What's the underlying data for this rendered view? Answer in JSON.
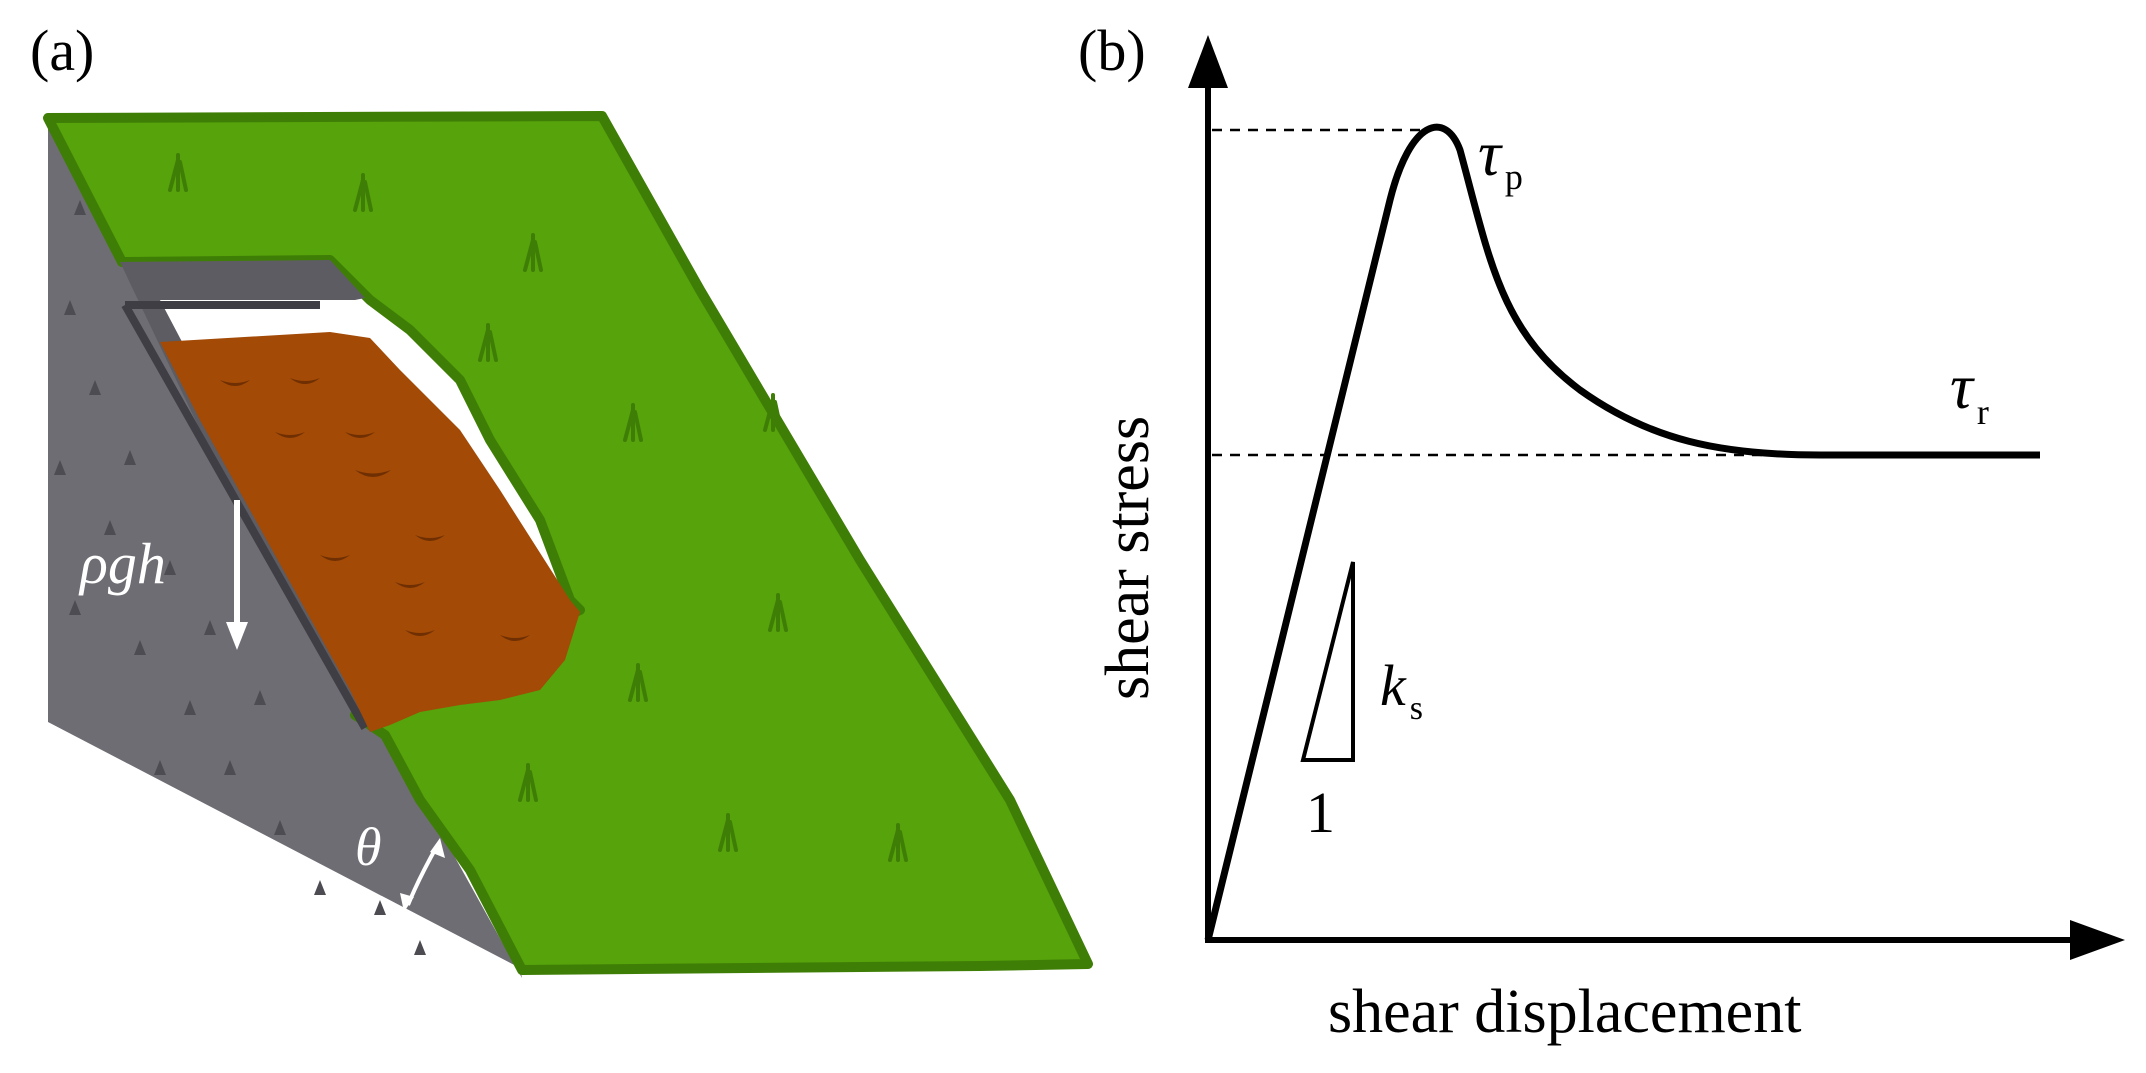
{
  "panels": {
    "a": {
      "label": "(a)",
      "load_symbol": "ρgh",
      "angle_symbol": "θ",
      "colors": {
        "grass": "#56a30b",
        "grass_edge": "#3f7e06",
        "rock": "#6e6d73",
        "rock_dark": "#4d4c52",
        "soil": "#a24a06",
        "soil_mark": "#6f2f02",
        "arrow": "#ffffff"
      }
    },
    "b": {
      "label": "(b)",
      "peak_symbol": "τ",
      "peak_subscript": "p",
      "residual_symbol": "τ",
      "residual_subscript": "r",
      "stiffness_symbol": "k",
      "stiffness_subscript": "s",
      "slope_run_label": "1",
      "ylabel": "shear stress",
      "xlabel": "shear displacement"
    }
  }
}
